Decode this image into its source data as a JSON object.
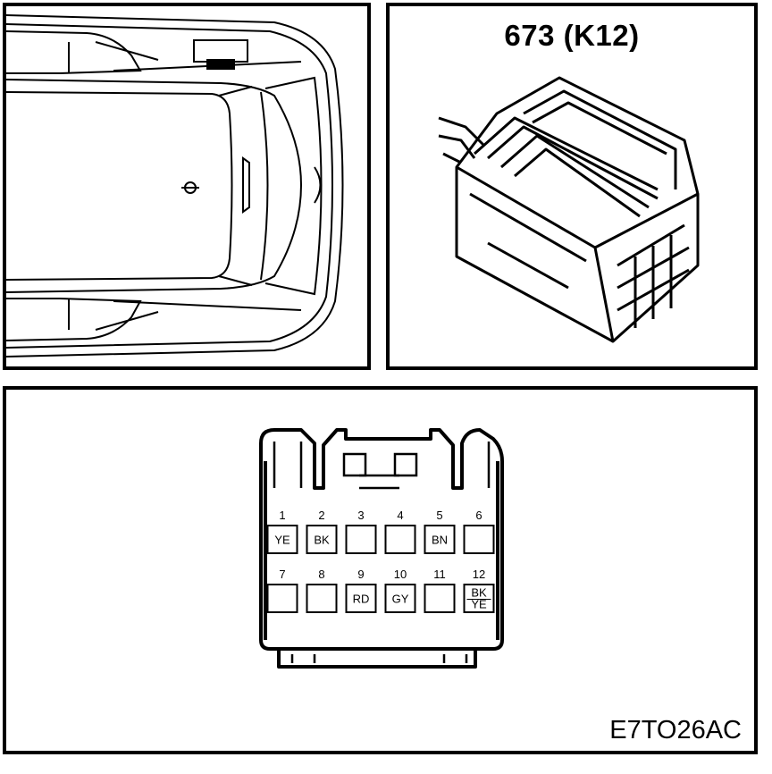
{
  "connector_title": "673 (K12)",
  "reference_code": "E7TO26AC",
  "pins": [
    {
      "number": "1",
      "color": [
        "YE"
      ]
    },
    {
      "number": "2",
      "color": [
        "BK"
      ]
    },
    {
      "number": "3",
      "color": []
    },
    {
      "number": "4",
      "color": []
    },
    {
      "number": "5",
      "color": [
        "BN"
      ]
    },
    {
      "number": "6",
      "color": []
    },
    {
      "number": "7",
      "color": []
    },
    {
      "number": "8",
      "color": []
    },
    {
      "number": "9",
      "color": [
        "RD"
      ]
    },
    {
      "number": "10",
      "color": [
        "GY"
      ]
    },
    {
      "number": "11",
      "color": []
    },
    {
      "number": "12",
      "color": [
        "BK",
        "YE"
      ]
    }
  ]
}
